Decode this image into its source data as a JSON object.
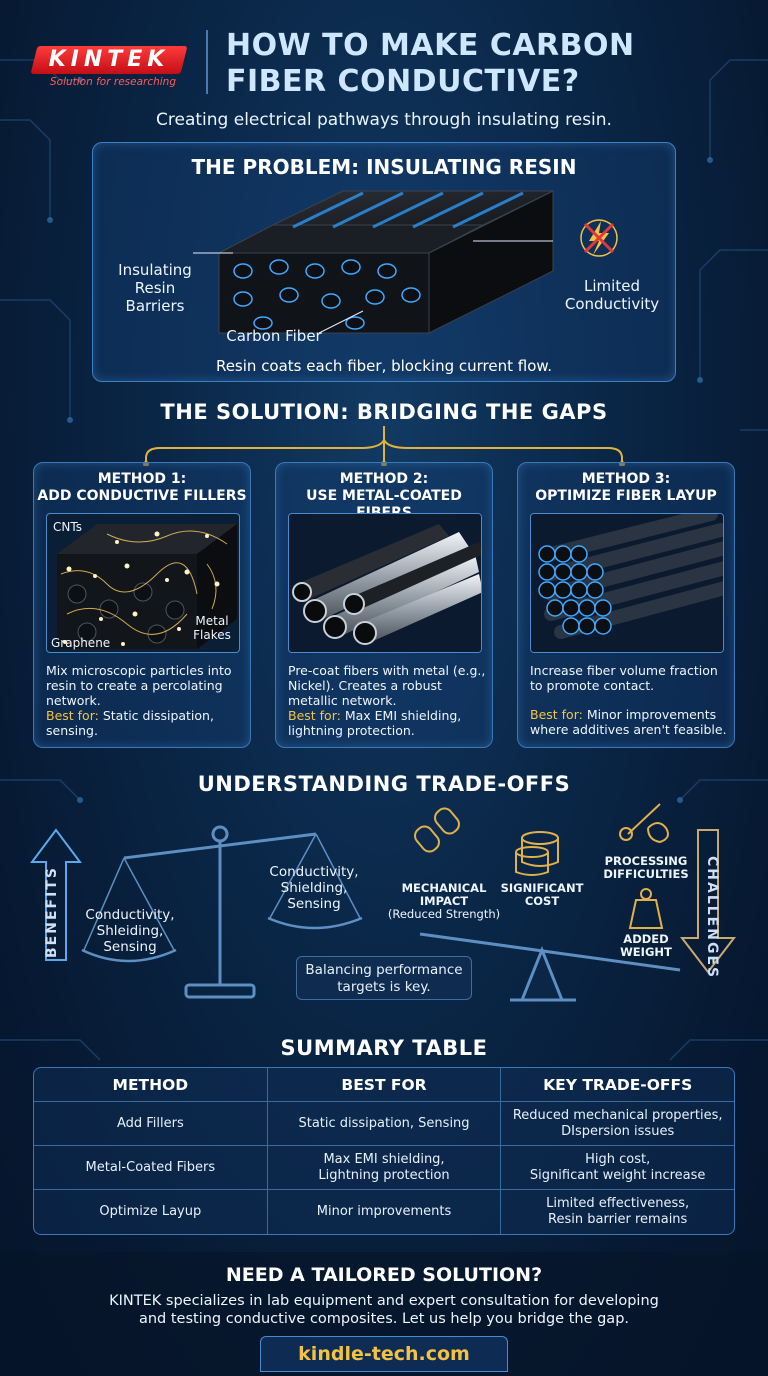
{
  "brand": {
    "logo": "KINTEK",
    "tagline": "Solution for researching"
  },
  "header": {
    "title_line1": "HOW TO MAKE CARBON",
    "title_line2": "FIBER CONDUCTIVE?",
    "subtitle": "Creating electrical pathways through insulating resin."
  },
  "problem": {
    "title": "THE PROBLEM: INSULATING RESIN",
    "label_barriers_1": "Insulating",
    "label_barriers_2": "Resin Barriers",
    "label_fiber": "Carbon Fiber",
    "label_limited_1": "Limited",
    "label_limited_2": "Conductivity",
    "caption": "Resin coats each fiber, blocking current flow."
  },
  "solution_title": "THE SOLUTION: BRIDGING THE GAPS",
  "methods": [
    {
      "title1": "METHOD 1:",
      "title2": "ADD CONDUCTIVE FILLERS",
      "labels": [
        "CNTs",
        "Graphene",
        "Metal",
        "Flakes"
      ],
      "desc": "Mix microscopic particles into resin to create a percolating network.",
      "best_label": "Best for:",
      "best": " Static dissipation, sensing."
    },
    {
      "title1": "METHOD 2:",
      "title2": "USE METAL-COATED FIBERS",
      "desc": "Pre-coat fibers with metal (e.g., Nickel). Creates a robust metallic network.",
      "best_label": "Best for:",
      "best": " Max EMI shielding, lightning protection."
    },
    {
      "title1": "METHOD 3:",
      "title2": "OPTIMIZE FIBER LAYUP",
      "desc": "Increase fiber volume fraction to promote contact.",
      "best_label": "Best for:",
      "best": " Minor improvements where additives aren't feasible."
    }
  ],
  "tradeoffs": {
    "title": "UNDERSTANDING TRADE-OFFS",
    "benefits": "BENEFITS",
    "challenges": "CHALLENGES",
    "left_pan_1": "Conductivity,",
    "left_pan_2": "Shleiding,",
    "left_pan_3": "Sensing",
    "right_pan_1": "Conductivity,",
    "right_pan_2": "Shielding,",
    "right_pan_3": "Sensing",
    "mech_1": "MECHANICAL",
    "mech_2": "IMPACT",
    "mech_3": "(Reduced Strength)",
    "cost_1": "SIGNIFICANT",
    "cost_2": "COST",
    "proc_1": "PROCESSING",
    "proc_2": "DIFFICULTIES",
    "weight_1": "ADDED",
    "weight_2": "WEIGHT",
    "balance_1": "Balancing performance",
    "balance_2": "targets is key."
  },
  "summary": {
    "title": "SUMMARY TABLE",
    "headers": [
      "METHOD",
      "BEST FOR",
      "KEY TRADE-OFFS"
    ],
    "rows": [
      [
        "Add Fillers",
        "Static dissipation, Sensing",
        "Reduced mechanical properties,",
        "DIspersion issues"
      ],
      [
        "Metal-Coated Fibers",
        "Max EMI shielding,",
        "Lightning protection",
        "High cost,",
        "Significant weight increase"
      ],
      [
        "Optimize Layup",
        "Minor improvements",
        "Limited effectiveness,",
        "Resin barrier remains"
      ]
    ]
  },
  "footer": {
    "cta_title": "NEED A TAILORED SOLUTION?",
    "cta_body_1": "KINTEK specializes in lab equipment and expert consultation for developing",
    "cta_body_2": "and testing conductive composites. Let us help you bridge the gap.",
    "url": "kindle-tech.com"
  },
  "colors": {
    "accent_gold": "#f3c242",
    "panel_border": "#3d7fc4",
    "fiber_glow": "#3fa9ff",
    "logo_red": "#d91820"
  }
}
